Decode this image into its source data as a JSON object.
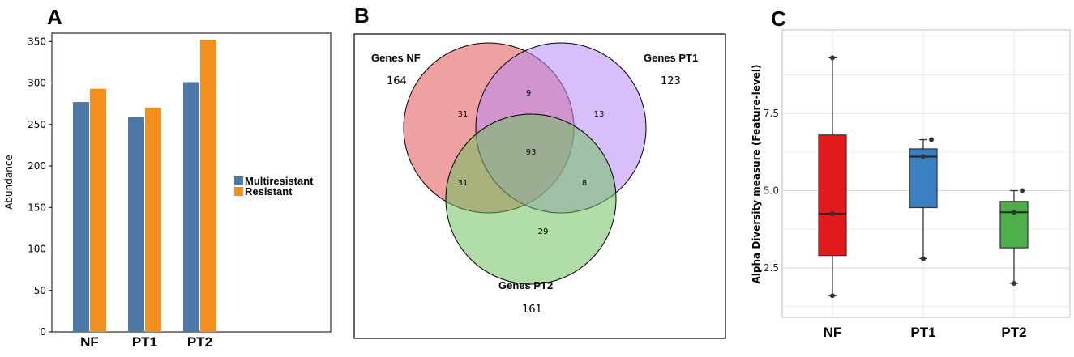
{
  "panels": {
    "a": "A",
    "b": "B",
    "c": "C"
  },
  "chart_data": [
    {
      "id": "A",
      "type": "bar",
      "xlabel": "",
      "ylabel": "Abundance",
      "categories": [
        "NF",
        "PT1",
        "PT2"
      ],
      "ylim": [
        0,
        360
      ],
      "yticks": [
        0,
        50,
        100,
        150,
        200,
        250,
        300,
        350
      ],
      "series": [
        {
          "name": "Multiresistant",
          "color": "#4e79a7",
          "values": [
            277,
            259,
            301
          ]
        },
        {
          "name": "Resistant",
          "color": "#f28e1c",
          "values": [
            293,
            270,
            352
          ]
        }
      ],
      "legend": "right",
      "grid": false
    },
    {
      "id": "B",
      "type": "venn",
      "sets": [
        {
          "name": "Genes NF",
          "total": "164",
          "color": "#e98080"
        },
        {
          "name": "Genes PT1",
          "total": "123",
          "color": "#c39bf7"
        },
        {
          "name": "Genes PT2",
          "total": "161",
          "color": "#7ec86e"
        }
      ],
      "regions": {
        "NF_only": "31",
        "PT1_only": "13",
        "PT2_only": "29",
        "NF_PT1": "9",
        "NF_PT2": "31",
        "PT1_PT2": "8",
        "all": "93"
      }
    },
    {
      "id": "C",
      "type": "box",
      "xlabel": "",
      "ylabel": "Alpha Diversity measure (Feature-level)",
      "categories": [
        "NF",
        "PT1",
        "PT2"
      ],
      "ylim": [
        0.9,
        10.2
      ],
      "yticks": [
        2.5,
        5.0,
        7.5
      ],
      "ytick_labels": [
        "2.5",
        "5.0",
        "7.5"
      ],
      "grid": true,
      "boxes": [
        {
          "name": "NF",
          "color": "#e31a1c",
          "min": 1.6,
          "q1": 2.9,
          "median": 4.25,
          "q3": 6.8,
          "max": 9.3,
          "points": [
            1.6,
            4.25,
            9.3
          ]
        },
        {
          "name": "PT1",
          "color": "#3a7fc1",
          "min": 2.8,
          "q1": 4.45,
          "median": 6.1,
          "q3": 6.35,
          "max": 6.65,
          "points": [
            2.8,
            6.1,
            6.65
          ]
        },
        {
          "name": "PT2",
          "color": "#4daf4a",
          "min": 2.0,
          "q1": 3.15,
          "median": 4.3,
          "q3": 4.65,
          "max": 5.0,
          "points": [
            2.0,
            4.3,
            5.0
          ]
        }
      ]
    }
  ]
}
